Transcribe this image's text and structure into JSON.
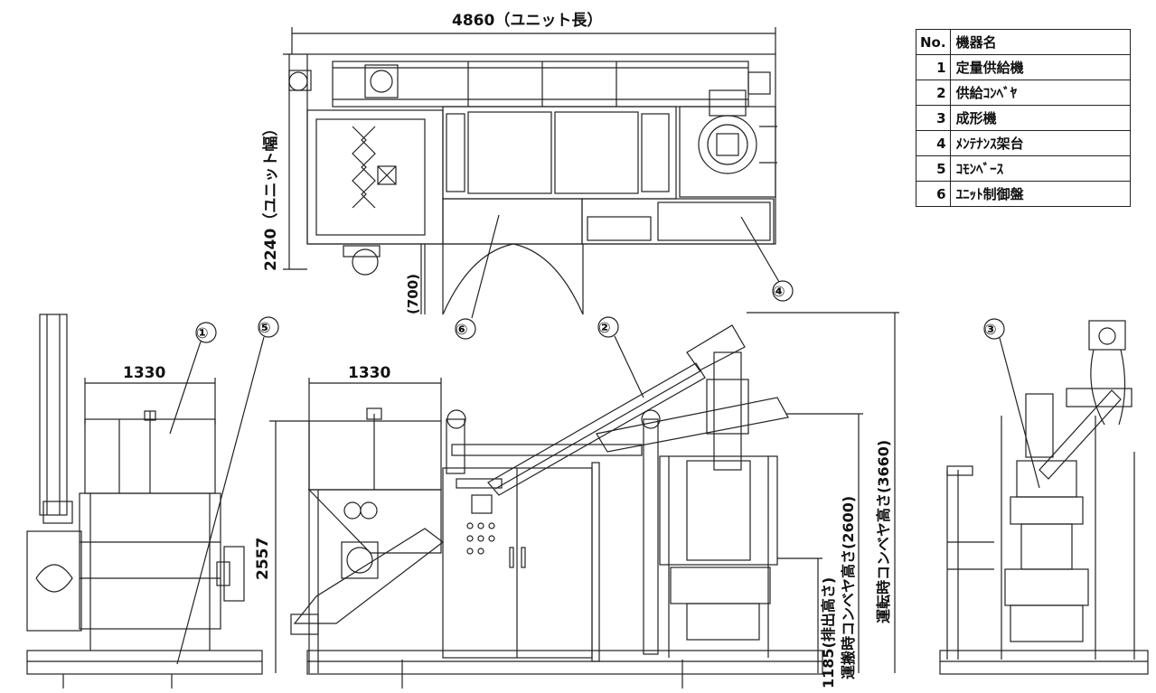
{
  "legend": {
    "header_no": "No.",
    "header_name": "機器名",
    "rows": [
      {
        "no": "1",
        "name": "定量供給機"
      },
      {
        "no": "2",
        "name": "供給ｺﾝﾍﾞﾔ"
      },
      {
        "no": "3",
        "name": "成形機"
      },
      {
        "no": "4",
        "name": "ﾒﾝﾃﾅﾝｽ架台"
      },
      {
        "no": "5",
        "name": "ｺﾓﾝﾍﾞｰｽ"
      },
      {
        "no": "6",
        "name": "ﾕﾆｯﾄ制御盤"
      }
    ]
  },
  "dimensions": {
    "unit_length": "4860（ユニット長）",
    "unit_width": "2240（ユニット幅）",
    "door_clearance": "(700)",
    "side_width": "1330",
    "front_width": "1330",
    "body_height": "2557",
    "discharge_height": "1185(排出高さ)",
    "transport_height": "運搬時コンベヤ高さ(2600)",
    "operating_height": "運転時コンベヤ高さ(3660)"
  },
  "callouts": {
    "c1": "①",
    "c2": "②",
    "c3": "③",
    "c4": "④",
    "c5": "⑤",
    "c6": "⑥"
  }
}
